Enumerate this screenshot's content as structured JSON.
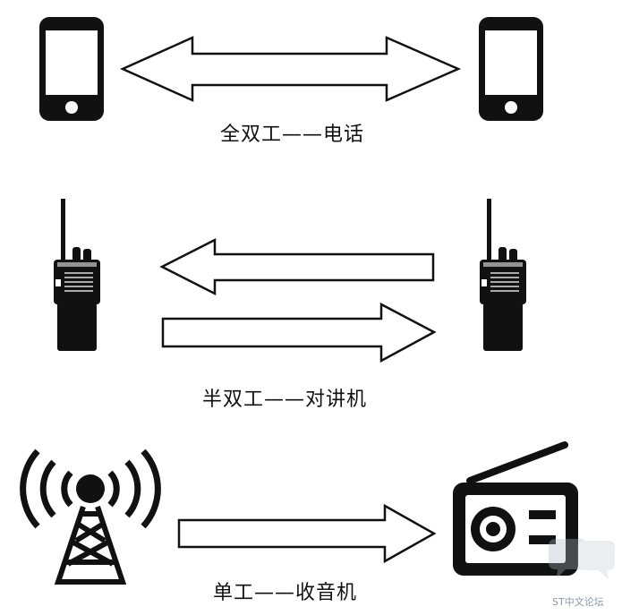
{
  "captions": {
    "full_duplex": "全双工——电话",
    "half_duplex": "半双工——对讲机",
    "simplex": "单工——收音机"
  },
  "watermark": {
    "text": "ST中文论坛"
  },
  "colors": {
    "stroke": "#111111",
    "fill": "#ffffff",
    "watermark": "#8a9aa8"
  },
  "icons": {
    "row1_left": "smartphone-icon",
    "row1_right": "smartphone-icon",
    "row2_left": "walkie-talkie-icon",
    "row2_right": "walkie-talkie-icon",
    "row3_left": "broadcast-tower-icon",
    "row3_right": "radio-icon"
  }
}
